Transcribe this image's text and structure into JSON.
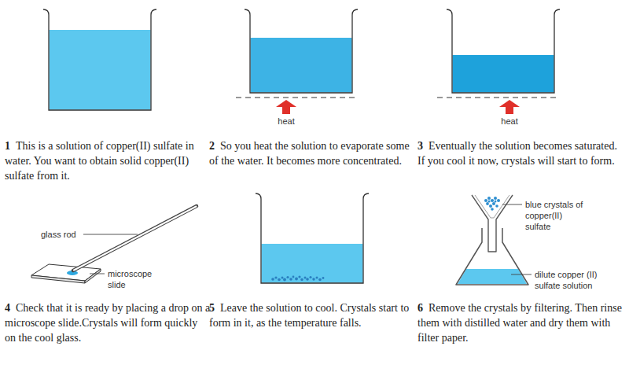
{
  "diagram": {
    "labels": [
      "1",
      "This is a solution of copper(II) sulfate in water. You want to obtain solid copper(II) sulfate from it.",
      "heat",
      "2",
      "So you heat the solution to evaporate some of the water. It becomes more concentrated.",
      "heat",
      "3",
      "Eventually the solution becomes saturated. If you cool it now, crystals will start to form.",
      "glass rod",
      "microscope slide",
      "4",
      "Check that it is ready by placing a drop on a microscope slide.Crystals will form quickly on the cool glass.",
      "5",
      "Leave the solution to cool. Crystals start to form in it, as the temperature falls.",
      "blue crystals of copper(II) sulfate",
      "dilute copper (II) sulfate solution",
      "6",
      "Remove the crystals by filtering. Then rinse them with distilled water and dry them with filter paper."
    ]
  }
}
